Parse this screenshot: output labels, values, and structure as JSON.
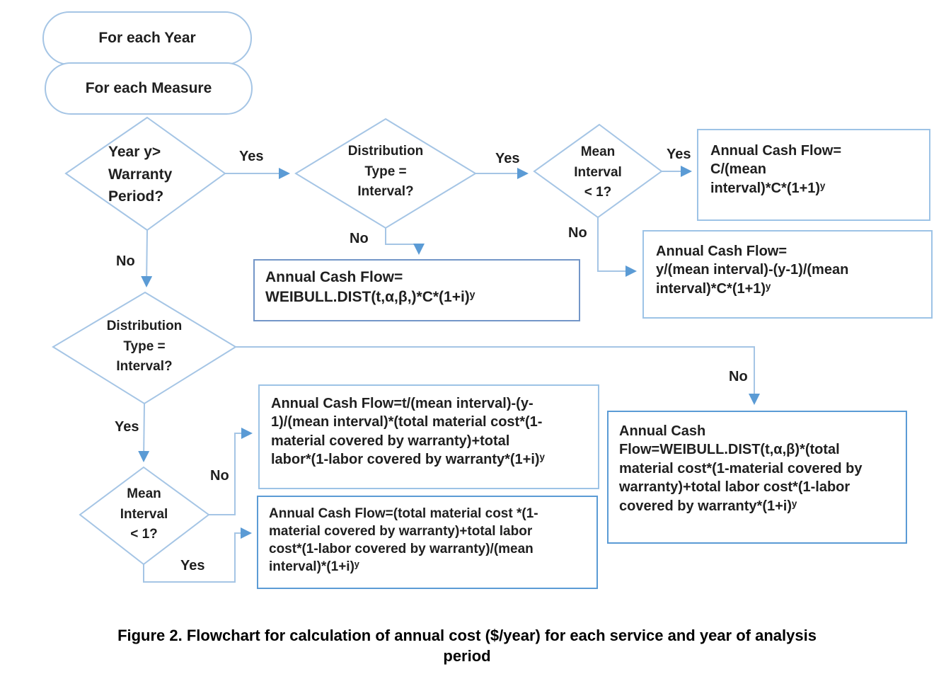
{
  "terminals": {
    "year": "For each Year",
    "measure": "For each Measure"
  },
  "decisions": {
    "warranty": {
      "lines": [
        "Year y>",
        "Warranty",
        "Period?"
      ]
    },
    "dist_top": {
      "lines": [
        "Distribution",
        "Type =",
        "Interval?"
      ]
    },
    "mean_top": {
      "lines": [
        "Mean",
        "Interval",
        "< 1?"
      ]
    },
    "dist_bottom": {
      "lines": [
        "Distribution",
        "Type =",
        "Interval?"
      ]
    },
    "mean_bottom": {
      "lines": [
        "Mean",
        "Interval",
        "< 1?"
      ]
    }
  },
  "labels": {
    "yes": "Yes",
    "no": "No"
  },
  "boxes": {
    "interval_lt1": {
      "lines": [
        "Annual Cash Flow=",
        "C/(mean",
        "interval)*C*(1+1)ʸ"
      ]
    },
    "interval_ge1": {
      "lines": [
        "Annual Cash Flow=",
        "y/(mean interval)-(y-1)/(mean",
        "interval)*C*(1+1)ʸ"
      ]
    },
    "weibull_c": {
      "lines": [
        "Annual Cash Flow=",
        "WEIBULL.DIST(t,α,β,)*C*(1+i)ʸ"
      ]
    },
    "warranty_interval_ge1": {
      "lines": [
        "Annual Cash Flow=t/(mean interval)-(y-",
        "1)/(mean interval)*(total material cost*(1-",
        "material covered by warranty)+total",
        "labor*(1-labor covered by warranty*(1+i)ʸ"
      ]
    },
    "warranty_interval_lt1": {
      "lines": [
        "Annual Cash Flow=(total material cost *(1-",
        "material covered by warranty)+total labor",
        "cost*(1-labor covered by warranty)/(mean",
        "interval)*(1+i)ʸ"
      ]
    },
    "warranty_weibull": {
      "lines": [
        "Annual Cash",
        "Flow=WEIBULL.DIST(t,α,β)*(total",
        "material cost*(1-material covered by",
        "warranty)+total labor cost*(1-labor",
        "covered by warranty*(1+i)ʸ"
      ]
    }
  },
  "caption": {
    "line1": "Figure 2. Flowchart for calculation of annual cost ($/year) for each service and year of analysis",
    "line2": "period"
  },
  "colors": {
    "connector": "#a5c5e5",
    "box_border_light": "#9dc3e6",
    "box_border_mid": "#7396c8",
    "box_border_dark": "#5b9bd5",
    "arrowhead": "#5b9bd5",
    "text": "#1f1f1f"
  }
}
